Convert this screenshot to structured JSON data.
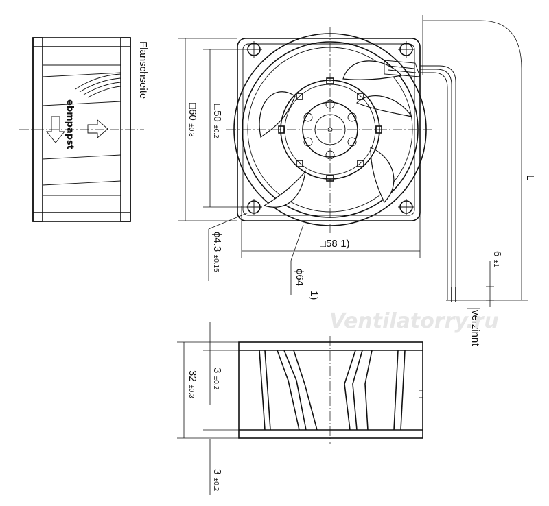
{
  "labels": {
    "flange_side": "Flanschseite",
    "brand": "ebmpapst",
    "watermark": "Ventilatorry.ru",
    "zinc_plated": "verzinnt",
    "cable_length": "L",
    "footnote": "1)"
  },
  "dimensions": {
    "frame_square": "60",
    "frame_square_tol": "±0.3",
    "hole_spacing": "50",
    "hole_spacing_tol": "±0.2",
    "body_width": "58",
    "body_width_note": "1)",
    "hole_diameter": "ϕ4.3",
    "hole_diameter_tol": "±0.15",
    "ring_diameter": "ϕ64",
    "ring_diameter_note": "1)",
    "strip_length": "6",
    "strip_length_tol": "±1",
    "depth": "32",
    "depth_tol": "±0.3",
    "flange_top": "3",
    "flange_top_tol": "±0.2",
    "flange_bottom": "3",
    "flange_bottom_tol": "±0.2"
  }
}
